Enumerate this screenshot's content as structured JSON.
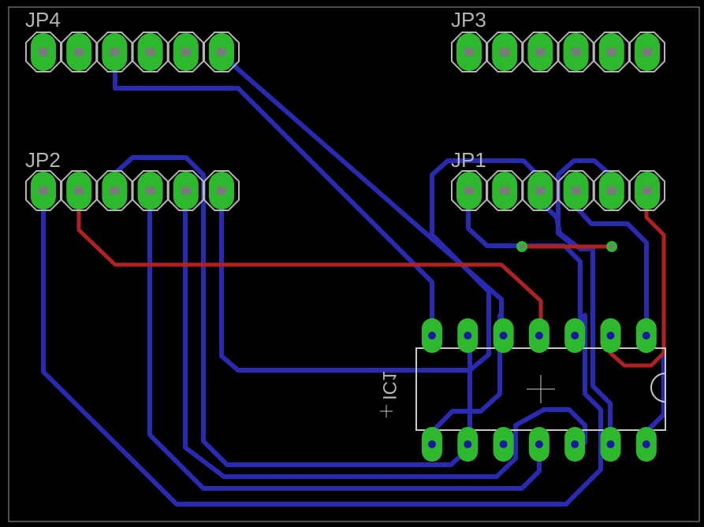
{
  "labels": {
    "jp4": "JP4",
    "jp3": "JP3",
    "jp2": "JP2",
    "jp1": "JP1",
    "ic": "IC1"
  },
  "colors": {
    "background": "#000000",
    "pad": "#2eb82e",
    "pad_outline": "#b4b4b4",
    "drill": "#7a7a7a",
    "bottom_trace": "#2a2ab0",
    "top_trace": "#b02222",
    "silkscreen": "#c8c8c8"
  }
}
